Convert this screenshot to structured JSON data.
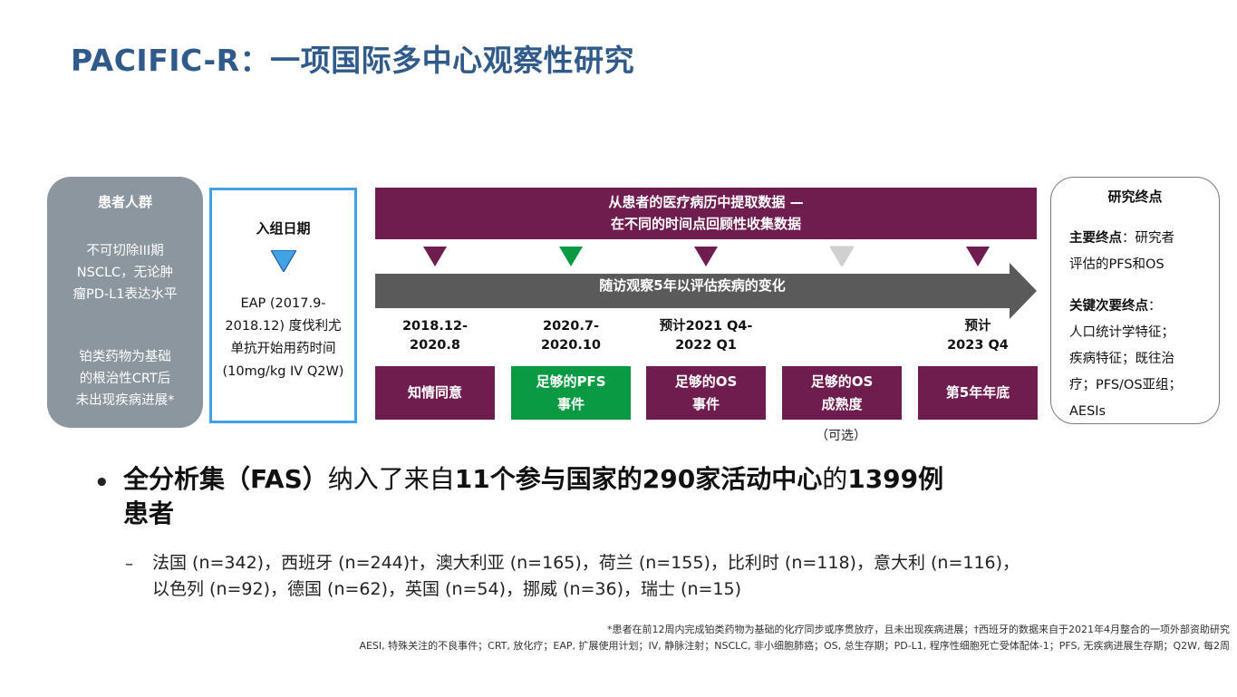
{
  "title": "PACIFIC-R：一项国际多中心观察性研究",
  "population": {
    "heading": "患者人群",
    "para1": [
      "不可切除III期",
      "NSCLC，无论肿",
      "瘤PD-L1表达水平"
    ],
    "para2": [
      "铂类药物为基础",
      "的根治性CRT后",
      "未出现疾病进展*"
    ]
  },
  "enrollment": {
    "heading": "入组日期",
    "lines": [
      "EAP (2017.9-",
      "2018.12) 度伐利尤",
      "单抗开始用药时间",
      "(10mg/kg  IV Q2W)"
    ]
  },
  "data_bar": {
    "line1": "从患者的医疗病历中提取数据 —",
    "line2": "在不同的时间点回顾性收集数据"
  },
  "arrow_label": "随访观察5年以评估疾病的变化",
  "timeline": [
    {
      "period": "2018.12-\n2020.8",
      "stage": "知情同意",
      "color": "#6e1d4e",
      "marker_color": "#6e1d4e"
    },
    {
      "period": "2020.7-\n2020.10",
      "stage": "足够的PFS\n事件",
      "color": "#0a9a43",
      "marker_color": "#0a9a43"
    },
    {
      "period": "预计2021 Q4-\n2022 Q1",
      "stage": "足够的OS\n事件",
      "color": "#6e1d4e",
      "marker_color": "#6e1d4e"
    },
    {
      "period": "",
      "stage": "足够的OS\n成熟度",
      "color": "#6e1d4e",
      "marker_color": "#d0d0d0"
    },
    {
      "period": "预计\n2023 Q4",
      "stage": "第5年年底",
      "color": "#6e1d4e",
      "marker_color": "#6e1d4e"
    }
  ],
  "optional_label": "（可选）",
  "endpoints": {
    "heading": "研究终点",
    "primary_label": "主要终点",
    "primary_text1": "：研究者",
    "primary_text2": "评估的PFS和OS",
    "secondary_label": "关键次要终点",
    "secondary_colon": "：",
    "secondary_lines": [
      "人口统计学特征；",
      "疾病特征；既往治",
      "疗；PFS/OS亚组；",
      "AESIs"
    ]
  },
  "bullet": {
    "part1": "全分析集（FAS）",
    "part2": "纳入了来自",
    "part3": "11个参与国家的290家活动中心",
    "part4": "的",
    "part5": "1399例",
    "line2": "患者"
  },
  "sub_bullet": {
    "line1": "法国 (n=342)，西班牙 (n=244)†，澳大利亚 (n=165)，荷兰 (n=155)，比利时 (n=118)，意大利 (n=116)，",
    "line2": "以色列 (n=92)，德国 (n=62)，英国 (n=54)，挪威 (n=36)，瑞士 (n=15)"
  },
  "footnotes": [
    "*患者在前12周内完成铂类药物为基础的化疗同步或序贯放疗，且未出现疾病进展；†西班牙的数据来自于2021年4月整合的一项外部资助研究",
    "AESI, 特殊关注的不良事件；CRT, 放化疗；EAP, 扩展使用计划；IV, 静脉注射；NSCLC, 非小细胞肺癌；OS, 总生存期；PD-L1, 程序性细胞死亡受体配体-1；PFS, 无疾病进展生存期；Q2W, 每2周"
  ],
  "colors": {
    "title": "#2f5a8a",
    "purple": "#6e1d4e",
    "green": "#0a9a43",
    "gray_box": "#8c969e",
    "blue_border": "#41a3e6",
    "arrow": "#5a5a5a"
  }
}
